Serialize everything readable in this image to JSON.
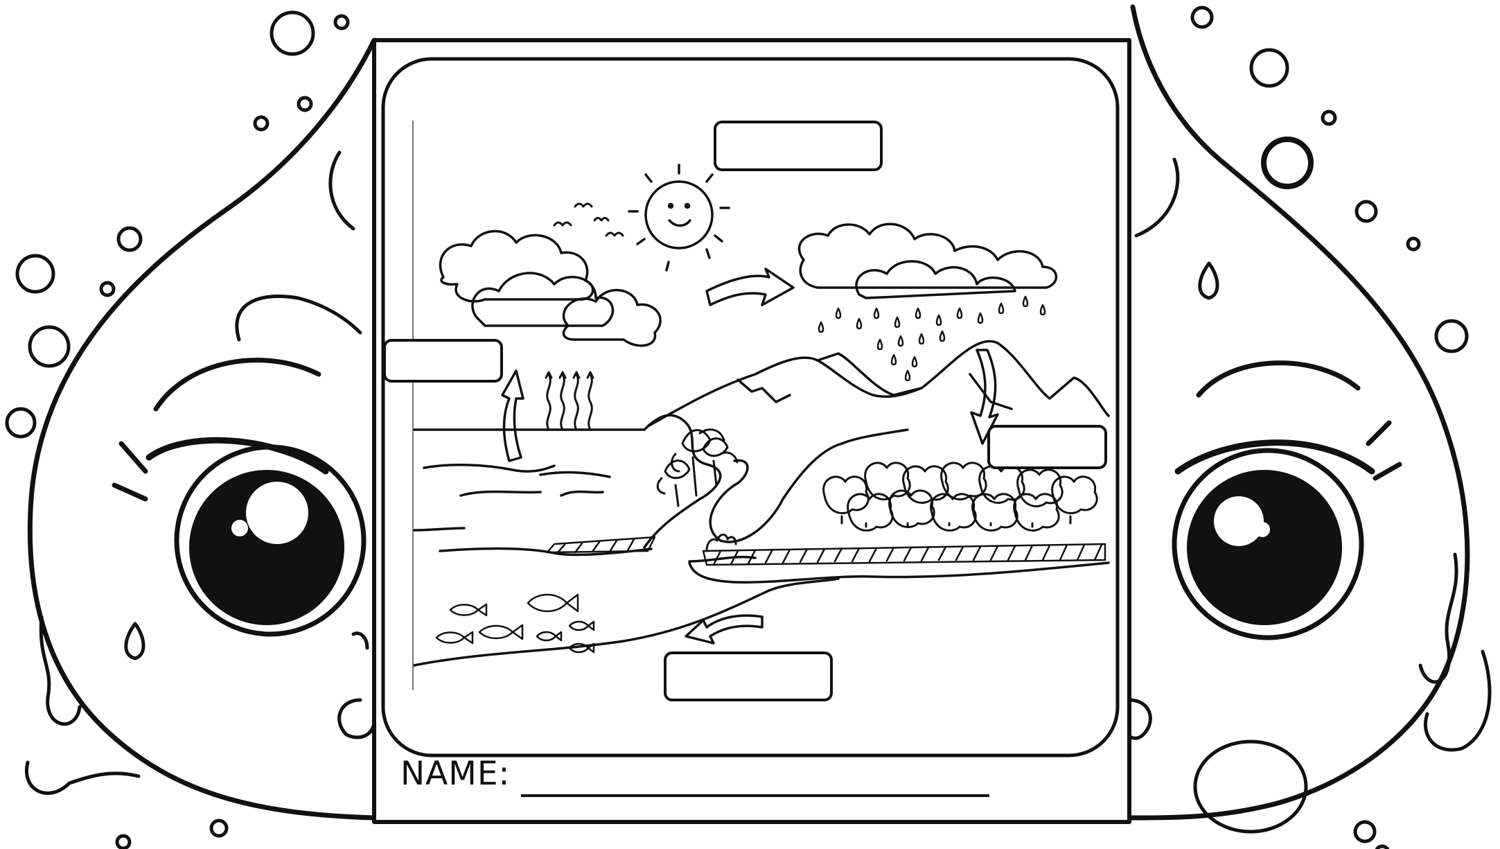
{
  "worksheet": {
    "name_label": "NAME:",
    "label_boxes": [
      {
        "id": "top",
        "value": ""
      },
      {
        "id": "left",
        "value": ""
      },
      {
        "id": "right",
        "value": ""
      },
      {
        "id": "bottom",
        "value": ""
      }
    ]
  }
}
